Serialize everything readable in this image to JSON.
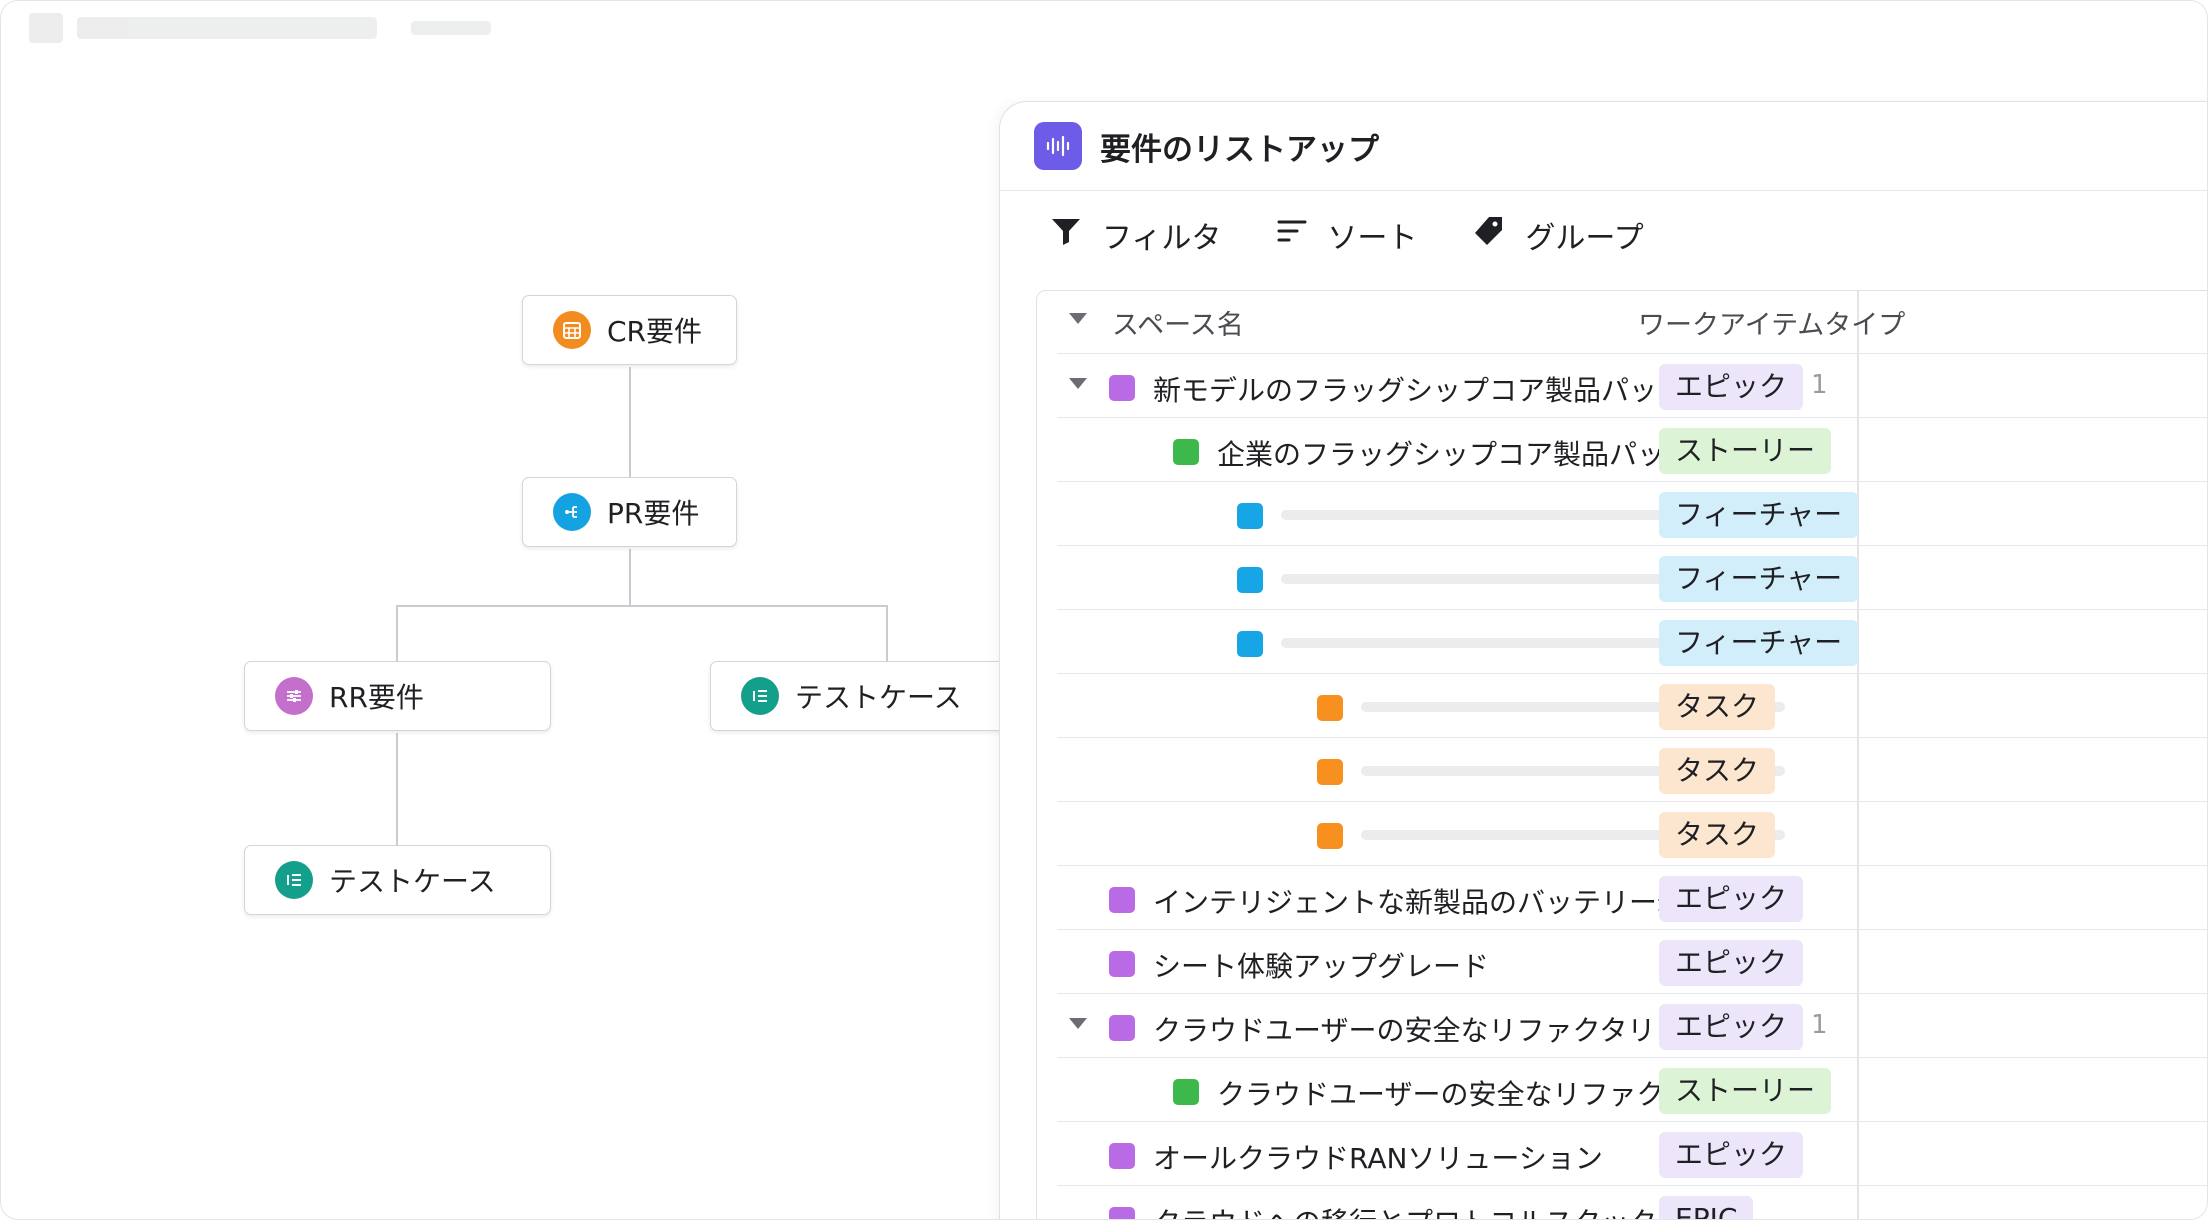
{
  "diagram": {
    "nodes": [
      {
        "label": "CR要件",
        "icon": "calendar-grid-icon",
        "color": "#f28c1e"
      },
      {
        "label": "PR要件",
        "icon": "hierarchy-icon",
        "color": "#14a3e0"
      },
      {
        "label": "RR要件",
        "icon": "sliders-icon",
        "color": "#c46fcb"
      },
      {
        "label": "テストケース",
        "icon": "test-list-icon",
        "color": "#149e8c"
      },
      {
        "label": "テストケース",
        "icon": "test-list-icon",
        "color": "#149e8c"
      }
    ]
  },
  "panel": {
    "title": "要件のリストアップ",
    "logo_icon": "waveform-icon",
    "toolbar": {
      "filter": "フィルタ",
      "sort": "ソート",
      "group": "グループ"
    },
    "table": {
      "columns": [
        "スペース名",
        "ワークアイテムタイプ"
      ],
      "sub_count": "1",
      "rows": [
        {
          "text": "新モデルのフラッグシップコア製品パッケージ",
          "level": 0,
          "caret": true,
          "sub": true,
          "color": "#b96be6",
          "type": "エピック",
          "type_color": "#ede6fb"
        },
        {
          "text": "企業のフラッグシップコア製品パッケージ",
          "level": 1,
          "caret": false,
          "sub": false,
          "color": "#3cb94a",
          "type": "ストーリー",
          "type_color": "#dcf3d6"
        },
        {
          "text": "",
          "level": 2,
          "caret": false,
          "sub": false,
          "color": "#16a6e5",
          "type": "フィーチャー",
          "type_color": "#d2eefa"
        },
        {
          "text": "",
          "level": 2,
          "caret": false,
          "sub": false,
          "color": "#16a6e5",
          "type": "フィーチャー",
          "type_color": "#d2eefa"
        },
        {
          "text": "",
          "level": 2,
          "caret": false,
          "sub": false,
          "color": "#16a6e5",
          "type": "フィーチャー",
          "type_color": "#d2eefa"
        },
        {
          "text": "",
          "level": 3,
          "caret": false,
          "sub": false,
          "color": "#f7901e",
          "type": "タスク",
          "type_color": "#fde6cf"
        },
        {
          "text": "",
          "level": 3,
          "caret": false,
          "sub": false,
          "color": "#f7901e",
          "type": "タスク",
          "type_color": "#fde6cf"
        },
        {
          "text": "",
          "level": 3,
          "caret": false,
          "sub": false,
          "color": "#f7901e",
          "type": "タスク",
          "type_color": "#fde6cf"
        },
        {
          "text": "インテリジェントな新製品のバッテリー寿命",
          "level": 0,
          "caret": false,
          "sub": false,
          "color": "#b96be6",
          "type": "エピック",
          "type_color": "#ede6fb"
        },
        {
          "text": "シート体験アップグレード",
          "level": 0,
          "caret": false,
          "sub": false,
          "color": "#b96be6",
          "type": "エピック",
          "type_color": "#ede6fb"
        },
        {
          "text": "クラウドユーザーの安全なリファクタリング",
          "level": 0,
          "caret": true,
          "sub": true,
          "color": "#b96be6",
          "type": "エピック",
          "type_color": "#ede6fb"
        },
        {
          "text": "クラウドユーザーの安全なリファクタリング",
          "level": 1,
          "caret": false,
          "sub": false,
          "color": "#3cb94a",
          "type": "ストーリー",
          "type_color": "#dcf3d6"
        },
        {
          "text": "オールクラウドRANソリューション",
          "level": 0,
          "caret": false,
          "sub": false,
          "color": "#b96be6",
          "type": "エピック",
          "type_color": "#ede6fb"
        },
        {
          "text": "クラウドへの移行とプロトコルスタックの開発",
          "level": 0,
          "caret": false,
          "sub": false,
          "color": "#b96be6",
          "type": "EPIC",
          "type_color": "#ede6fb"
        }
      ]
    }
  }
}
